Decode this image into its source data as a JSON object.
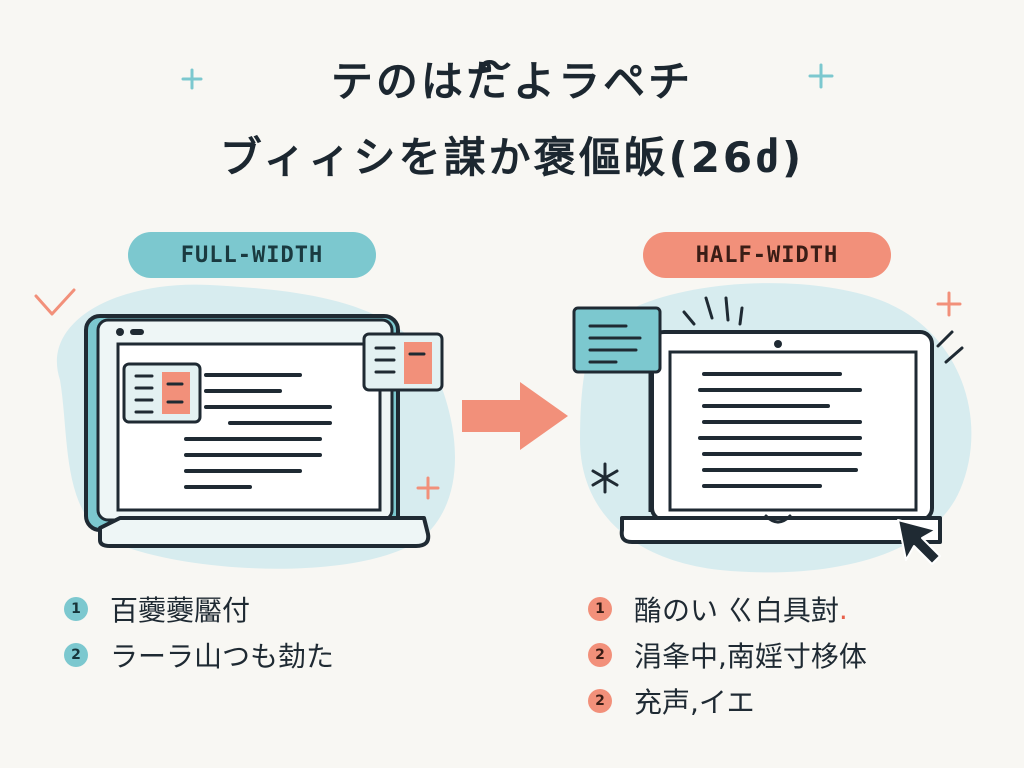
{
  "title": {
    "line1": "テのはた໌よラペチ",
    "line2": "ブィィシを謀か褒傴皈(26ძ)"
  },
  "panels": {
    "full": {
      "label": "FULL-WIDTH"
    },
    "half": {
      "label": "HALF-WIDTH"
    }
  },
  "lists": {
    "left": [
      {
        "num": "1",
        "text": "百虁虁靨付"
      },
      {
        "num": "2",
        "text": "ラーラ山つも勎た"
      }
    ],
    "right": [
      {
        "num": "1",
        "text": "酳のい ㄍ白具尌",
        "suffix": "."
      },
      {
        "num": "2",
        "text": "涓夆中,南婬寸栘体"
      },
      {
        "num": "2",
        "text": "充声,イエ"
      }
    ]
  },
  "colors": {
    "teal": "#7cc8cf",
    "coral": "#f2907a",
    "ink": "#1f2a33",
    "blob": "#d7ecef"
  },
  "icons": [
    "plus-icon",
    "check-icon",
    "arrow-right-icon",
    "asterisk-icon",
    "cursor-icon"
  ]
}
